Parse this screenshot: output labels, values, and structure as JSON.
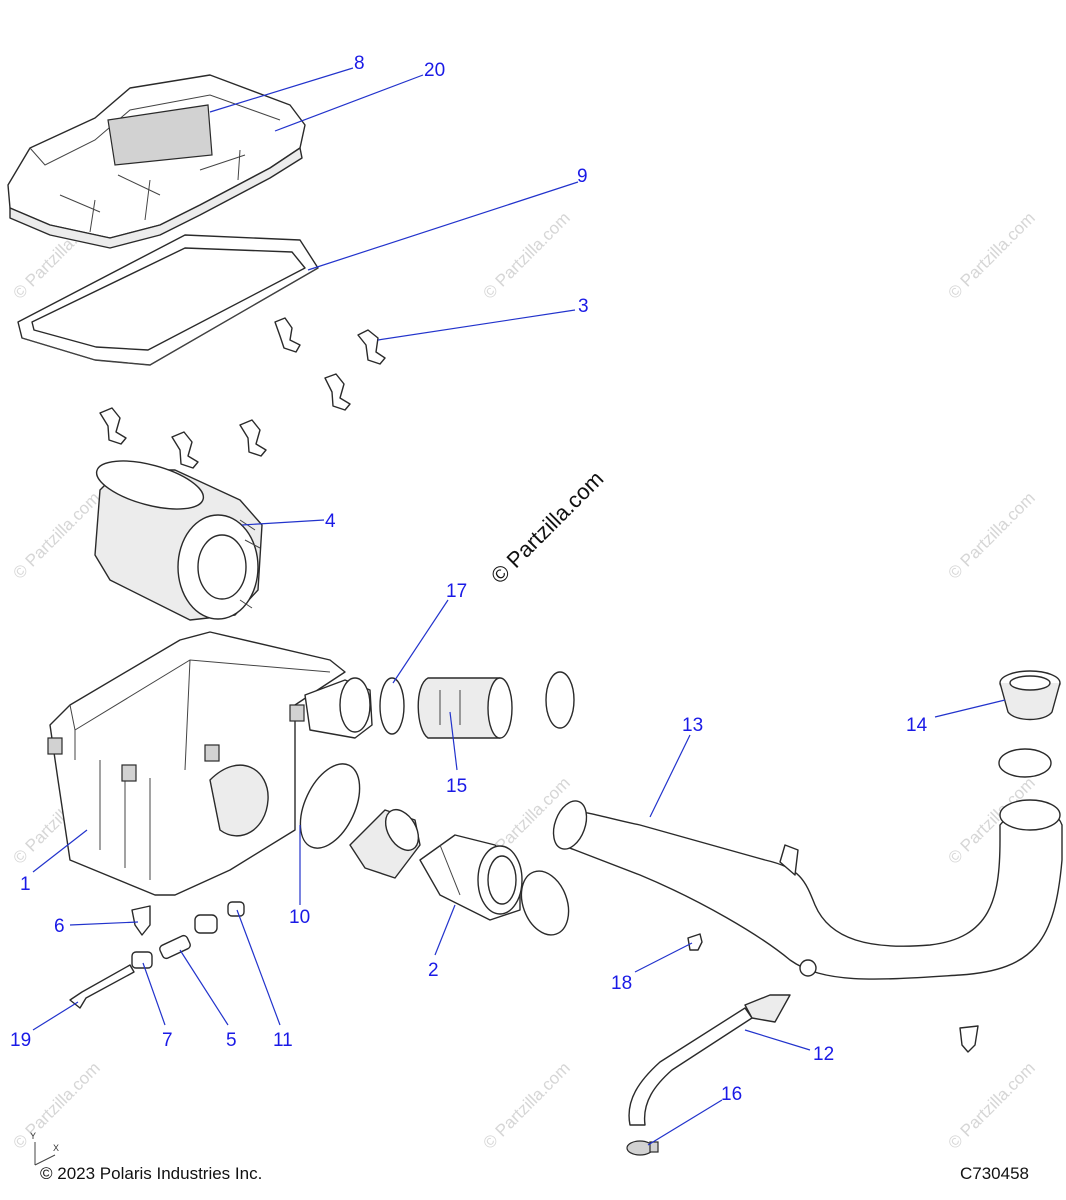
{
  "footer": {
    "copyright": "© 2023 Polaris Industries Inc.",
    "diagram_id": "C730458"
  },
  "watermark": {
    "main": "© Partzilla.com",
    "repeat": "© Partzilla.com"
  },
  "axes": {
    "y": "Y",
    "x": "X"
  },
  "callouts": {
    "c1": "1",
    "c2": "2",
    "c3": "3",
    "c4": "4",
    "c5": "5",
    "c6": "6",
    "c7": "7",
    "c8": "8",
    "c9": "9",
    "c10": "10",
    "c11": "11",
    "c12": "12",
    "c13": "13",
    "c14": "14",
    "c15": "15",
    "c16": "16",
    "c17": "17",
    "c18": "18",
    "c19": "19",
    "c20": "20"
  },
  "colors": {
    "callout": "#1a1ae6",
    "leader": "#2233cc"
  }
}
